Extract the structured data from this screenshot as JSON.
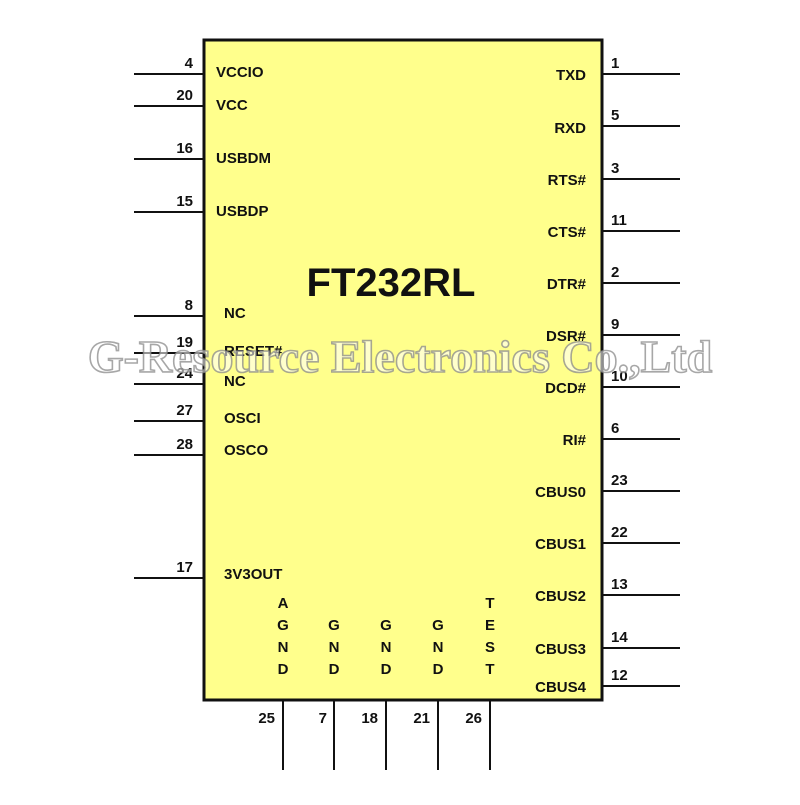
{
  "chip": {
    "title": "FT232RL",
    "body_color": "#ffff8c",
    "outline_color": "#111111"
  },
  "watermark": {
    "text": "G-Resource Electronics Co.,Ltd"
  },
  "pins": {
    "left": [
      {
        "number": "4",
        "label": "VCCIO"
      },
      {
        "number": "20",
        "label": "VCC"
      },
      {
        "number": "16",
        "label": "USBDM"
      },
      {
        "number": "15",
        "label": "USBDP"
      },
      {
        "number": "8",
        "label": "NC"
      },
      {
        "number": "19",
        "label": "RESET#"
      },
      {
        "number": "24",
        "label": "NC"
      },
      {
        "number": "27",
        "label": "OSCI"
      },
      {
        "number": "28",
        "label": "OSCO"
      },
      {
        "number": "17",
        "label": "3V3OUT"
      }
    ],
    "right": [
      {
        "number": "1",
        "label": "TXD"
      },
      {
        "number": "5",
        "label": "RXD"
      },
      {
        "number": "3",
        "label": "RTS#"
      },
      {
        "number": "11",
        "label": "CTS#"
      },
      {
        "number": "2",
        "label": "DTR#"
      },
      {
        "number": "9",
        "label": "DSR#"
      },
      {
        "number": "10",
        "label": "DCD#"
      },
      {
        "number": "6",
        "label": "RI#"
      },
      {
        "number": "23",
        "label": "CBUS0"
      },
      {
        "number": "22",
        "label": "CBUS1"
      },
      {
        "number": "13",
        "label": "CBUS2"
      },
      {
        "number": "14",
        "label": "CBUS3"
      },
      {
        "number": "12",
        "label": "CBUS4"
      }
    ],
    "bottom": [
      {
        "number": "25",
        "label": "AGND"
      },
      {
        "number": "7",
        "label": "GND"
      },
      {
        "number": "18",
        "label": "GND"
      },
      {
        "number": "21",
        "label": "GND"
      },
      {
        "number": "26",
        "label": "TEST"
      }
    ]
  }
}
